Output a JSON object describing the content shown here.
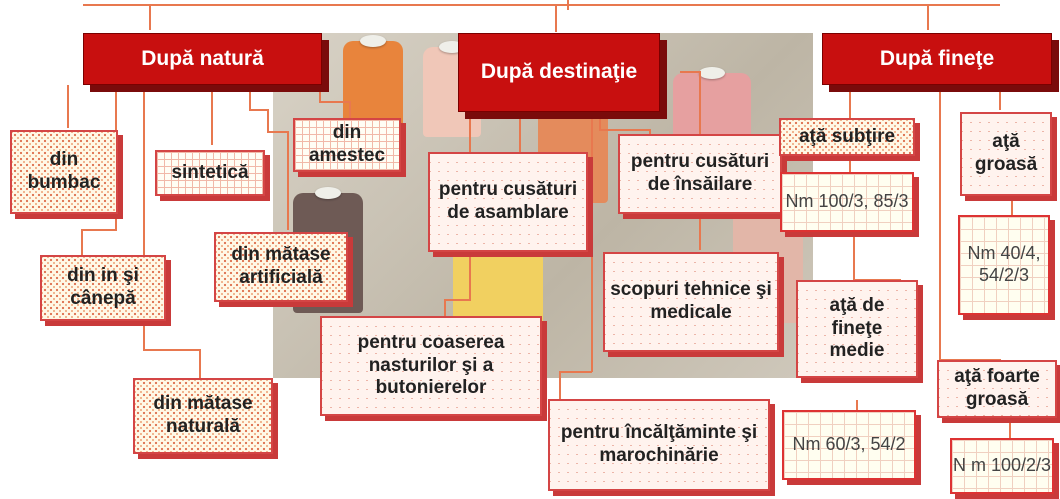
{
  "categories": [
    {
      "key": "natura",
      "label": "După natură"
    },
    {
      "key": "destinatie",
      "label": "După destinaţie"
    },
    {
      "key": "finete",
      "label": "După fineţe"
    }
  ],
  "natura": {
    "bumbac": "din bumbac",
    "sintetica": "sintetică",
    "amestec": "din amestec",
    "in_canepa": "din in şi cânepă",
    "matase_artificiala": "din mătase artificială",
    "matase_naturala": "din mătase naturală"
  },
  "destinatie": {
    "asamblare": "pentru cusături de asamblare",
    "insailare": "pentru cusături de însăilare",
    "scopuri": "scopuri tehnice şi medicale",
    "nasturi": "pentru coaserea nasturilor şi a butonierelor",
    "incaltaminte": "pentru încălţăminte şi marochinărie"
  },
  "finete": {
    "subtire": "aţă subţire",
    "subtire_nm": "Nm 100/3, 85/3",
    "groasa": "aţă groasă",
    "groasa_nm": "Nm 40/4, 54/2/3",
    "medie": "aţă de fineţe medie",
    "medie_nm": "Nm 60/3, 54/2",
    "foarte_groasa": "aţă foarte groasă",
    "foarte_groasa_nm": "N m 100/2/3"
  },
  "colors": {
    "header": "#c80f0f",
    "line": "#e8784f"
  }
}
